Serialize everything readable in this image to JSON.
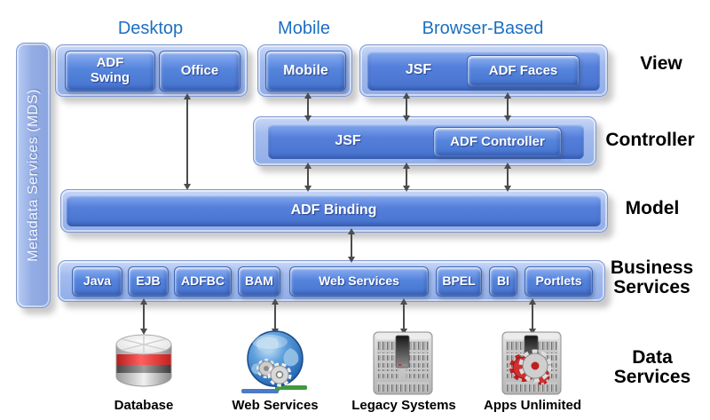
{
  "mds": {
    "label": "Metadata Services (MDS)"
  },
  "top_labels": {
    "desktop": "Desktop",
    "mobile": "Mobile",
    "browser_based": "Browser-Based"
  },
  "row_labels": {
    "view": "View",
    "controller": "Controller",
    "model": "Model",
    "business": "Business Services",
    "data": "Data Services"
  },
  "view_row": {
    "desktop_boxes": [
      "ADF Swing",
      "Office"
    ],
    "mobile_box": "Mobile",
    "browser_text": "JSF",
    "browser_box": "ADF Faces"
  },
  "controller_row": {
    "text": "JSF",
    "box": "ADF Controller"
  },
  "model_row": {
    "bar": "ADF Binding"
  },
  "business_row": {
    "boxes": [
      "Java",
      "EJB",
      "ADFBC",
      "BAM",
      "Web Services",
      "BPEL",
      "BI",
      "Portlets"
    ]
  },
  "data_row": {
    "items": [
      {
        "icon": "database-icon",
        "label": "Database"
      },
      {
        "icon": "web-services-globe-icon",
        "label": "Web Services"
      },
      {
        "icon": "legacy-server-icon",
        "label": "Legacy Systems"
      },
      {
        "icon": "apps-unlimited-server-icon",
        "label": "Apps Unlimited"
      }
    ]
  },
  "colors": {
    "box_blue": "#4f7ed6",
    "container_blue": "#a3bcee",
    "label_blue": "#1c6fc3",
    "arrow_gray": "#4c4c4c"
  }
}
